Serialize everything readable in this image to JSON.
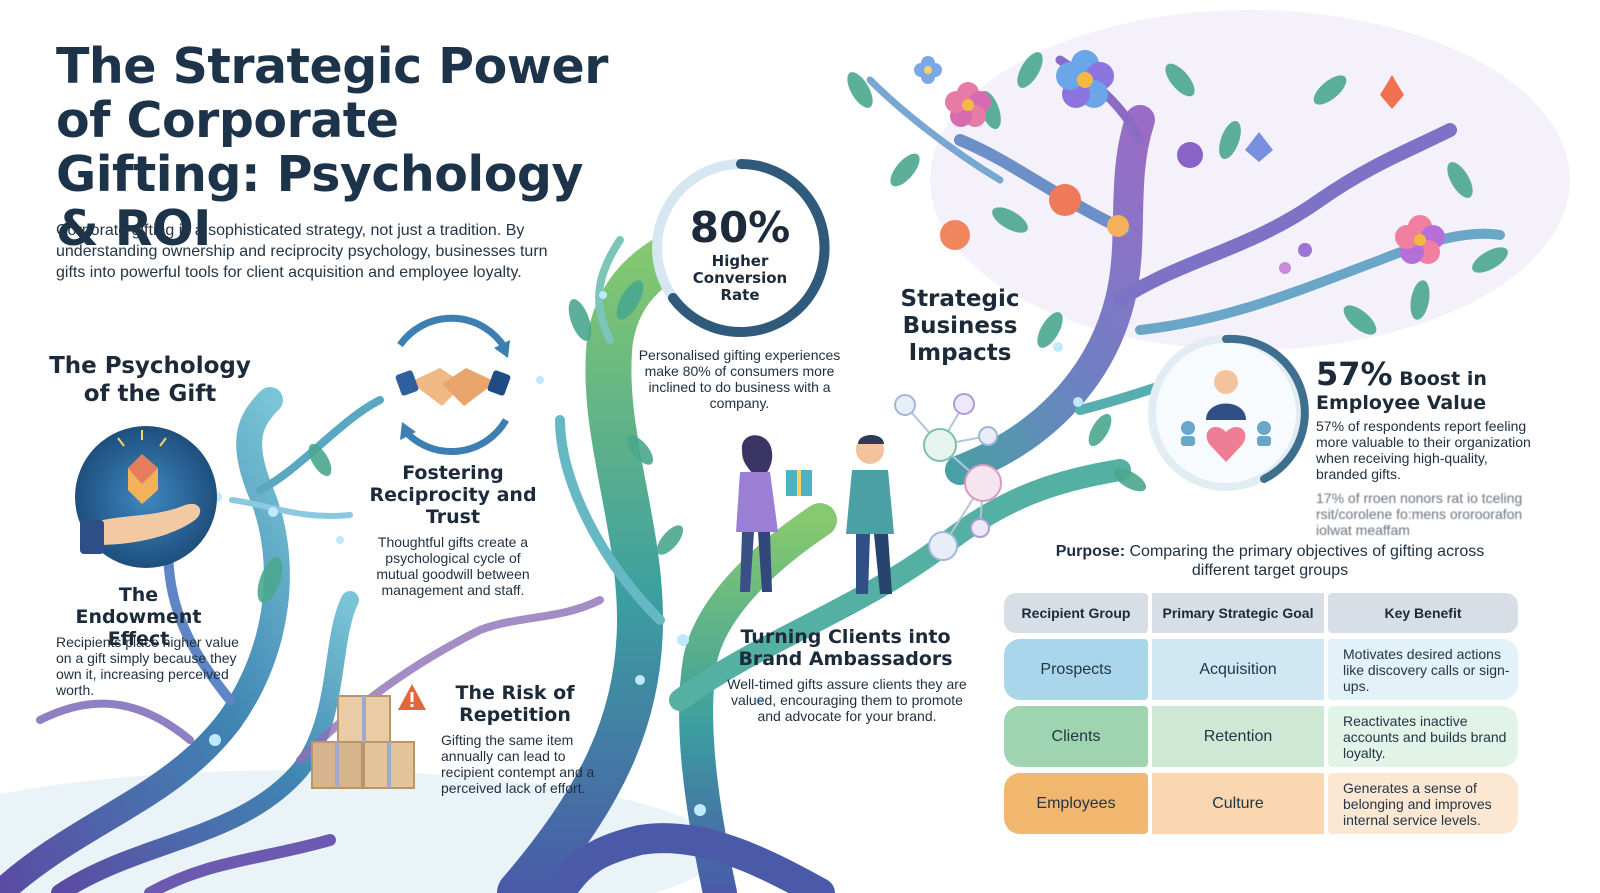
{
  "title": "The Strategic Power of Corporate Gifting: Psychology & ROI",
  "intro": "Corporate gifting is a sophisticated strategy, not just a tradition. By understanding ownership and reciprocity psychology, businesses turn gifts into powerful tools for client acquisition and employee loyalty.",
  "psychology": {
    "heading": "The Psychology of the Gift",
    "endowment": {
      "title": "The Endowment Effect",
      "description": "Recipients place higher value on a gift simply because they own it, increasing perceived worth."
    },
    "reciprocity": {
      "title": "Fostering Reciprocity and Trust",
      "description": "Thoughtful gifts create a psychological cycle of mutual goodwill between management and staff."
    },
    "repetition": {
      "title": "The Risk of Repetition",
      "description": "Gifting the same item annually can lead to recipient contempt and a perceived lack of effort."
    }
  },
  "conversion_stat": {
    "value": "80%",
    "label": "Higher Conversion Rate",
    "description": "Personalised gifting experiences make 80% of consumers more inclined to do business with a company."
  },
  "impacts": {
    "heading": "Strategic Business Impacts",
    "ambassadors": {
      "title": "Turning Clients into Brand Ambassadors",
      "description": "Well-timed gifts assure clients they are valued, encouraging them to promote and advocate for your brand."
    },
    "employee_stat": {
      "value": "57%",
      "label_part1": "Boost in",
      "label_part2": "Employee Value",
      "description": "57% of respondents report feeling more valuable to their organization when receiving high-quality, branded gifts.",
      "faded_text": "17% of rroen nonors rat io tceling rsit/corolene fo:mens ororoorafon iolwat meaffam"
    }
  },
  "purpose": {
    "label": "Purpose:",
    "text": "Comparing the primary objectives of gifting across different target groups"
  },
  "table": {
    "headers": [
      "Recipient Group",
      "Primary Strategic Goal",
      "Key Benefit"
    ],
    "rows": [
      {
        "group": "Prospects",
        "goal": "Acquisition",
        "benefit": "Motivates desired actions like discovery calls or sign-ups.",
        "color": "#a9d6ea",
        "tint": "#cfe8f3",
        "benefit_tint": "#e3f2f9"
      },
      {
        "group": "Clients",
        "goal": "Retention",
        "benefit": "Reactivates inactive accounts and builds brand loyalty.",
        "color": "#9fd4b0",
        "tint": "#cde9d6",
        "benefit_tint": "#e2f3e8"
      },
      {
        "group": "Employees",
        "goal": "Culture",
        "benefit": "Generates a sense of belonging and improves internal service levels.",
        "color": "#f2b76e",
        "tint": "#fad7b0",
        "benefit_tint": "#fce8d2"
      }
    ]
  },
  "icons": [
    "hand-gift-icon",
    "handshake-icon",
    "cycle-arrows-icon",
    "boxes-icon",
    "warning-icon",
    "gift-exchange-people-icon",
    "network-people-icon",
    "employee-heart-icon",
    "tree-illustration"
  ],
  "colors": {
    "title": "#1c3349",
    "ring_dark": "#2f4f6a",
    "ring_light": "#cfe3ee",
    "trunk_teal": "#3b9c9b",
    "trunk_purple": "#6a5fb8",
    "warning": "#e2683a"
  }
}
